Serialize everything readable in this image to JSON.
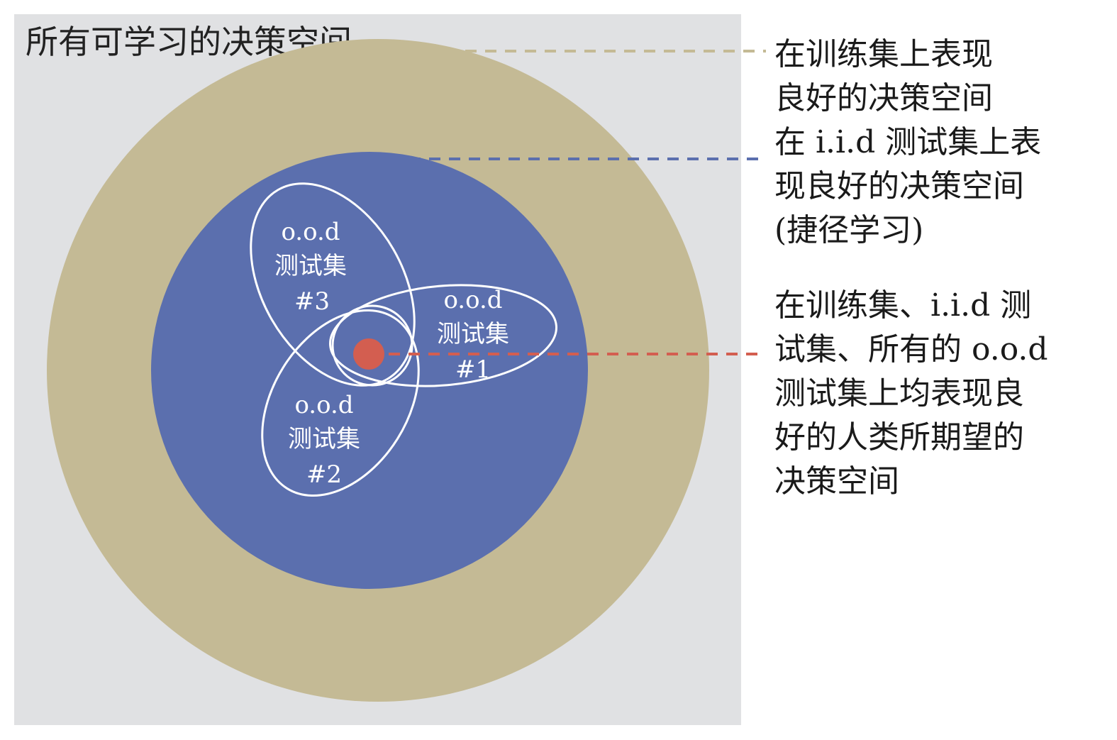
{
  "frame": {
    "title": "所有可学习的决策空间"
  },
  "regions": {
    "train": {
      "label": "在训练集上表现\n良好的决策空间",
      "color": "#c4ba95"
    },
    "iid": {
      "label": "在 i.i.d 测试集上表\n现良好的决策空间\n(捷径学习)",
      "color": "#5b6fae"
    },
    "desired": {
      "label": "在训练集、i.i.d 测\n试集、所有的 o.o.d\n测试集上均表现良\n好的人类所期望的\n决策空间",
      "color": "#d35e50"
    }
  },
  "ood_sets": [
    {
      "line1": "o.o.d",
      "line2": "测试集",
      "line3": "#1"
    },
    {
      "line1": "o.o.d",
      "line2": "测试集",
      "line3": "#2"
    },
    {
      "line1": "o.o.d",
      "line2": "测试集",
      "line3": "#3"
    }
  ],
  "colors": {
    "background": "#e0e1e3",
    "ellipse_stroke": "#ffffff"
  }
}
